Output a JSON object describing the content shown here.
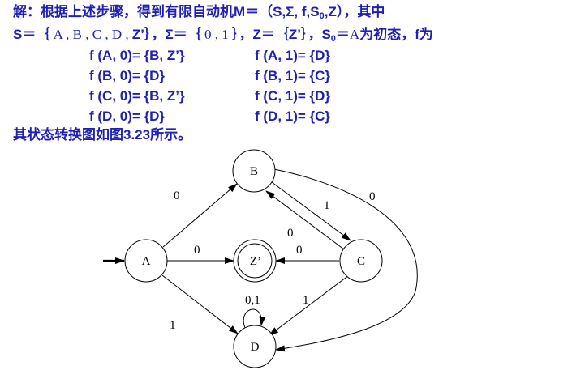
{
  "colors": {
    "text": "#1f1fb4",
    "diagram": "#000000"
  },
  "intro": {
    "line1": "解：根据上述步骤，得到有限自动机M＝（S,Σ, f,S",
    "line1_sub": "0",
    "line1_end": ",Z），其中",
    "line2_s": "S＝｛",
    "line2_sset": " A , B , C , D , ",
    "line2_z1": "Z’｝，Σ＝｛",
    "line2_sigma": " 0 , 1 ",
    "line2_z2": "｝，Z＝｛Z’｝，S",
    "line2_sub": "0",
    "line2_eq": "＝",
    "line2_a": "A",
    "line2_end": "为初态，f为"
  },
  "transitions": [
    [
      "f (A, 0)= {B, Z’}",
      "f (A, 1)= {D}"
    ],
    [
      "f (B, 0)= {D}",
      "f (B, 1)= {C}"
    ],
    [
      "f (C, 0)= {B, Z’}",
      "f (C, 1)= {D}"
    ],
    [
      "f (D, 0)= {D}",
      "f (D, 1)= {C}"
    ]
  ],
  "caption": "其状态转换图如图3.23所示。",
  "diagram": {
    "states": {
      "A": "A",
      "B": "B",
      "Z": "Z’",
      "C": "C",
      "D": "D"
    },
    "edge_labels": {
      "a_b": "0",
      "a_z": "0",
      "a_d": "1",
      "b_c": "1",
      "c_b": "0",
      "c_z": "0",
      "c_d": "1",
      "d_loop": "0,1",
      "b_d": "0"
    }
  }
}
